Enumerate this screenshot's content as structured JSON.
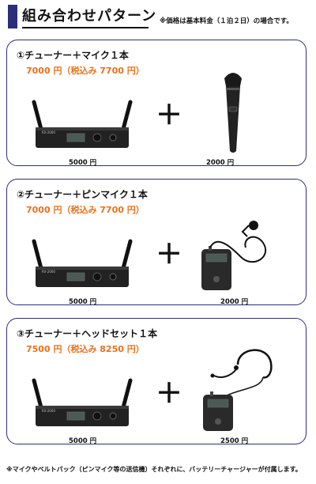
{
  "header": {
    "title": "組み合わせパターン",
    "note": "※価格は基本料金（１泊２日）の場合です。"
  },
  "panels": [
    {
      "title": "①チューナー＋マイク１本",
      "price": "7000 円（税込み 7700 円）",
      "left_price": "5000 円",
      "right_price": "2000 円",
      "device_icon": "handheld-mic-icon"
    },
    {
      "title": "②チューナー＋ピンマイク１本",
      "price": "7000 円（税込み 7700 円）",
      "left_price": "5000 円",
      "right_price": "2000 円",
      "device_icon": "pin-mic-transmitter-icon"
    },
    {
      "title": "③チューナー＋ヘッドセット１本",
      "price": "7500 円（税込み 8250 円）",
      "left_price": "5000 円",
      "right_price": "2500 円",
      "device_icon": "headset-transmitter-icon"
    }
  ],
  "plus_sign": "＋",
  "footer": {
    "note": "※マイクやベルトパック（ピンマイク等の送信機）それぞれに、バッテリーチャージャーが付属します。"
  },
  "colors": {
    "frame": "#2b2f7a",
    "price_accent": "#e8721c"
  }
}
